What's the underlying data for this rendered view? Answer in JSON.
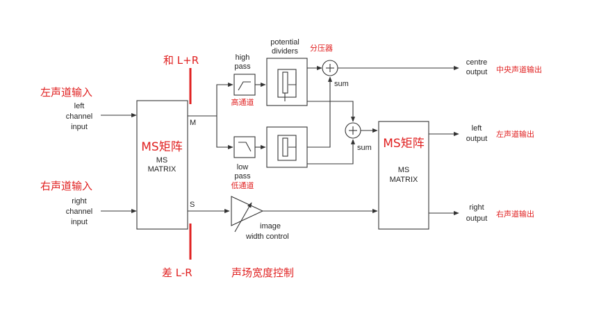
{
  "labels": {
    "left_input_cn": "左声道输入",
    "left_input_1": "left",
    "left_input_2": "channel",
    "left_input_3": "input",
    "right_input_cn": "右声道输入",
    "right_input_1": "right",
    "right_input_2": "channel",
    "right_input_3": "input",
    "sum_cn": "和 L+R",
    "diff_cn": "差 L-R",
    "ms_matrix_cn": "MS矩阵",
    "ms_matrix_1": "MS",
    "ms_matrix_2": "MATRIX",
    "m_port": "M",
    "s_port": "S",
    "high_pass_1": "high",
    "high_pass_2": "pass",
    "high_pass_cn": "高通道",
    "low_pass_1": "low",
    "low_pass_2": "pass",
    "low_pass_cn": "低通道",
    "potential_dividers_1": "potential",
    "potential_dividers_2": "dividers",
    "potential_dividers_cn": "分压器",
    "sum_1": "sum",
    "sum_2": "sum",
    "image_width_1": "image",
    "image_width_2": "width control",
    "image_width_cn": "声场宽度控制",
    "ms_matrix_out_cn": "MS矩阵",
    "ms_matrix_out_1": "MS",
    "ms_matrix_out_2": "MATRIX",
    "centre_out_1": "centre",
    "centre_out_2": "output",
    "centre_out_cn": "中央声道输出",
    "left_out_1": "left",
    "left_out_2": "output",
    "left_out_cn": "左声道输出",
    "right_out_1": "right",
    "right_out_2": "output",
    "right_out_cn": "右声道输出"
  },
  "colors": {
    "annotation": "#e02020",
    "line": "#333333"
  }
}
